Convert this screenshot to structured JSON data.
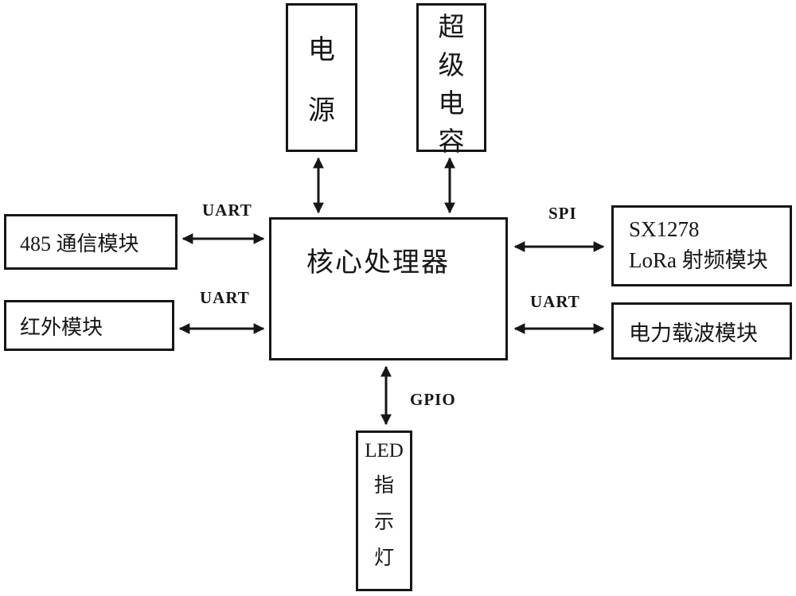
{
  "blocks": {
    "power": {
      "label": "电源",
      "lines": [
        "电",
        "源"
      ]
    },
    "supercap": {
      "label": "超级电容",
      "lines": [
        "超",
        "级",
        "电",
        "容"
      ]
    },
    "core": {
      "label": "核心处理器"
    },
    "comm485": {
      "label": "485 通信模块"
    },
    "infrared": {
      "label": "红外模块"
    },
    "sx1278": {
      "lines": [
        "SX1278",
        "LoRa 射频模块"
      ]
    },
    "plc": {
      "label": "电力载波模块"
    },
    "led": {
      "lines": [
        "LED",
        "指",
        "示",
        "灯"
      ]
    }
  },
  "bus_labels": {
    "uart_left_top": "UART",
    "uart_left_bottom": "UART",
    "spi": "SPI",
    "uart_right": "UART",
    "gpio": "GPIO"
  },
  "colors": {
    "line": "#161616",
    "background": "#ffffff"
  }
}
